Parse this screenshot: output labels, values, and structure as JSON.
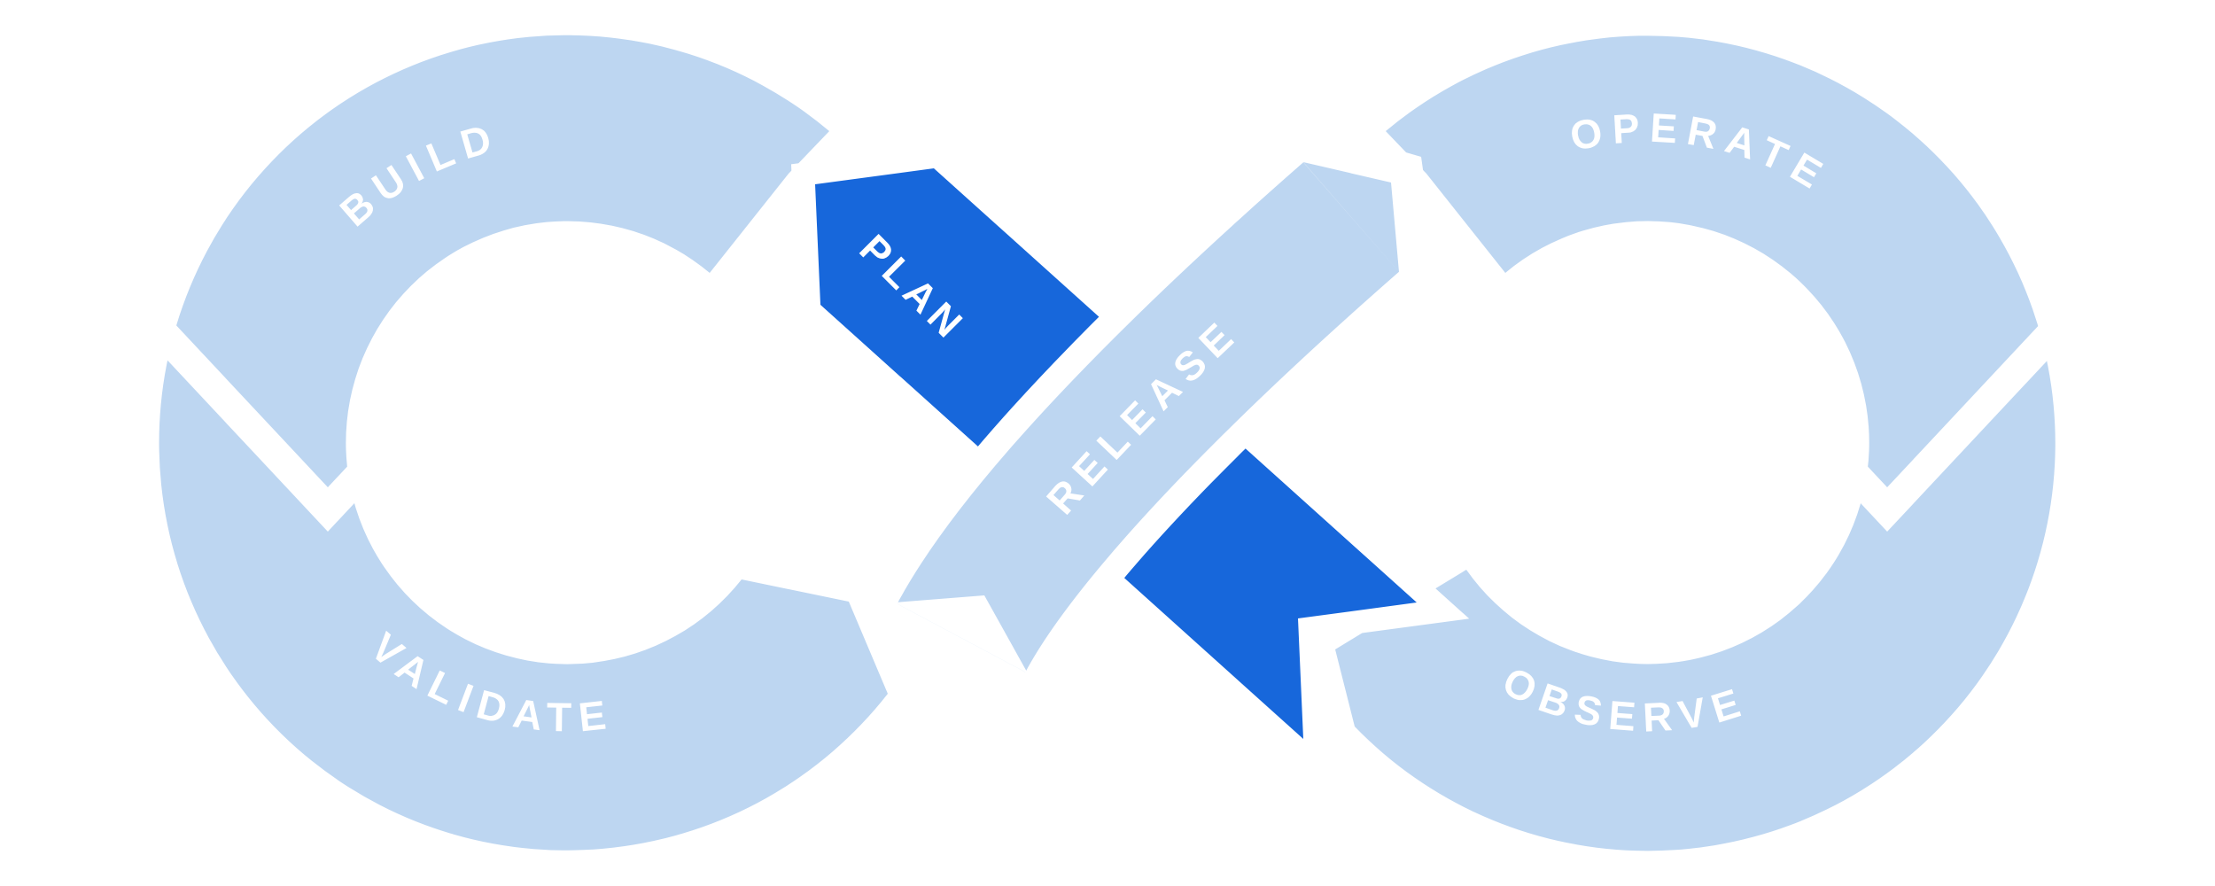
{
  "diagram": {
    "type": "devops-infinity-loop",
    "labels": {
      "build": "BUILD",
      "plan": "PLAN",
      "release": "RELEASE",
      "operate": "OPERATE",
      "validate": "VALIDATE",
      "observe": "OBSERVE"
    },
    "colors": {
      "loop_light_blue": "#BDD6F1",
      "plan_ribbon_dark_blue": "#1767DB",
      "background": "#FFFFFF",
      "label_text": "#FFFFFF"
    }
  }
}
